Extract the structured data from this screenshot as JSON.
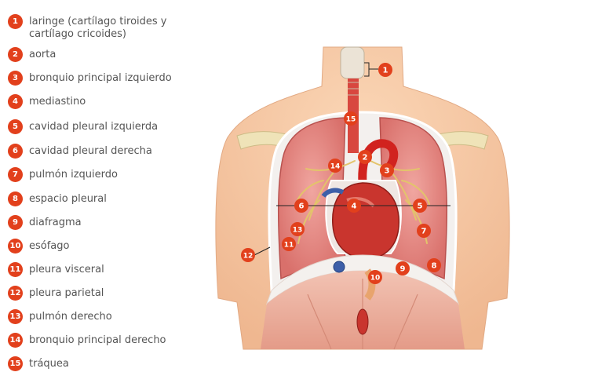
{
  "legend": [
    {
      "number": "1",
      "label": "laringe (cartílago tiroides y cartílago cricoides)"
    },
    {
      "number": "2",
      "label": "aorta"
    },
    {
      "number": "3",
      "label": "bronquio principal izquierdo"
    },
    {
      "number": "4",
      "label": "mediastino"
    },
    {
      "number": "5",
      "label": "cavidad pleural izquierda"
    },
    {
      "number": "6",
      "label": "cavidad pleural derecha"
    },
    {
      "number": "7",
      "label": "pulmón izquierdo"
    },
    {
      "number": "8",
      "label": "espacio pleural"
    },
    {
      "number": "9",
      "label": "diafragma"
    },
    {
      "number": "10",
      "label": "esófago"
    },
    {
      "number": "11",
      "label": "pleura visceral"
    },
    {
      "number": "12",
      "label": "pleura parietal"
    },
    {
      "number": "13",
      "label": "pulmón derecho"
    },
    {
      "number": "14",
      "label": "bronquio principal derecho"
    },
    {
      "number": "15",
      "label": "tráquea"
    }
  ],
  "colors": {
    "badge": "#e2401c",
    "skin": "#f6c9a4",
    "lung": "#e58a86",
    "lung_dark": "#c8615e",
    "heart": "#c9352e",
    "pleura": "#f2f2f2",
    "diaphragm": "#efb9a8",
    "trachea": "#e9e0d0"
  },
  "icons": [
    "torso-illustration",
    "lungs-illustration",
    "heart-illustration",
    "callout-badge"
  ]
}
